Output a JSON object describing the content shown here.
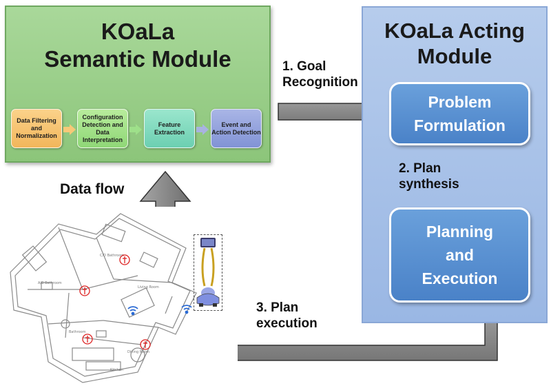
{
  "semantic_module": {
    "title": "KOaLa\nSemantic Module",
    "stages": [
      {
        "label": "Data Filtering and Normalization"
      },
      {
        "label": "Configuration Detection and Data Interpretation"
      },
      {
        "label": "Feature Extraction"
      },
      {
        "label": "Event and Action Detection"
      }
    ]
  },
  "acting_module": {
    "title": "KOaLa Acting\nModule",
    "problem_box": "Problem\nFormulation",
    "planning_box": "Planning\nand\nExecution"
  },
  "arrows": {
    "goal_recognition": "1. Goal\nRecognition",
    "plan_synthesis": "2. Plan\nsynthesis",
    "plan_execution": "3. Plan\nexecution",
    "data_flow": "Data flow"
  },
  "floor_plan": {
    "rooms": [
      "C/D Bathroom",
      "A/B Bathroom",
      "Living Room",
      "Bathroom",
      "Dining Room",
      "Kitchen"
    ]
  },
  "colors": {
    "semantic_bg": "#9ccf8a",
    "acting_bg": "#a8c1e8",
    "box_blue": "#5b92d2",
    "arrow_gray": "#8a8a8a"
  }
}
